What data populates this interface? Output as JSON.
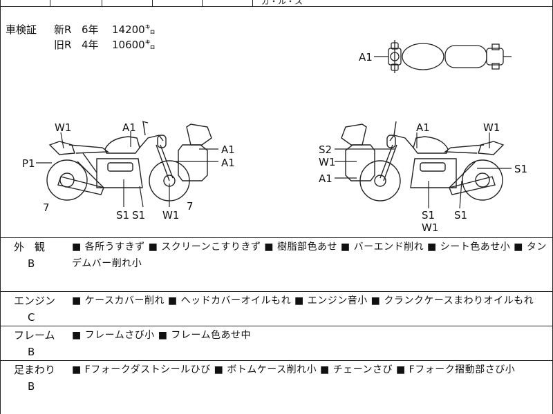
{
  "header_fragment": "ガ・ル・ス",
  "inspection": {
    "label": "車検証",
    "rows": [
      {
        "type": "新R",
        "years": "6年",
        "km": "14200㌔"
      },
      {
        "type": "旧R",
        "years": "4年",
        "km": "10600㌔"
      }
    ]
  },
  "diagram_labels": {
    "top_a1": "A1",
    "left_w1": "W1",
    "left_a1": "A1",
    "left_p1": "P1",
    "left_a1_r1": "A1",
    "left_a1_r2": "A1",
    "left_7a": "7",
    "left_7b": "7",
    "left_s1a": "S1",
    "left_s1b": "S1",
    "left_w1_bottom": "W1",
    "right_a1": "A1",
    "right_w1": "W1",
    "right_s2": "S2",
    "right_w1_left": "W1",
    "right_a1_left": "A1",
    "right_s1_side": "S1",
    "right_s1a": "S1",
    "right_w1_bottom": "W1",
    "right_s1b": "S1"
  },
  "conditions": [
    {
      "name": "外　観",
      "grade": "B",
      "notes": "■ 各所うすきず ■ スクリーンこすりきず ■ 樹脂部色あせ ■ バーエンド削れ ■ シート色あせ小 ■ タンデムバー削れ小"
    },
    {
      "name": "エンジン",
      "grade": "C",
      "notes": "■ ケースカバー削れ ■ ヘッドカバーオイルもれ ■ エンジン音小 ■ クランクケースまわりオイルもれ"
    },
    {
      "name": "フレーム",
      "grade": "B",
      "notes": "■ フレームさび小 ■ フレーム色あせ中"
    },
    {
      "name": "足まわり",
      "grade": "B",
      "notes": "■ Fフォークダストシールひび ■ ボトムケース削れ小 ■ チェーンさび ■ Fフォーク摺動部さび小"
    }
  ]
}
